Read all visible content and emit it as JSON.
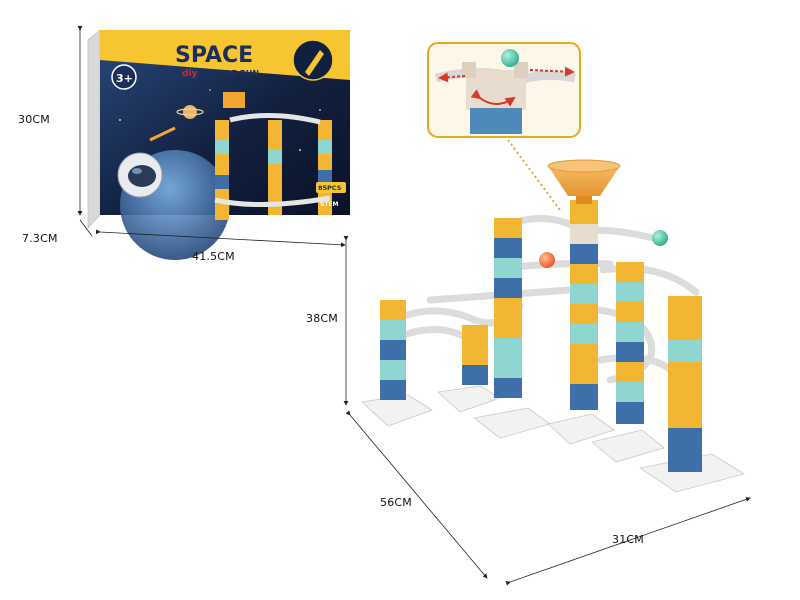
{
  "dimensions": {
    "box_height": "30CM",
    "box_depth": "7.3CM",
    "box_width": "41.5CM",
    "set_height": "38CM",
    "set_depth": "56CM",
    "set_width": "31CM"
  },
  "box": {
    "title": "SPACE",
    "brand_prefix": "diy",
    "subtitle": "MARBLE RUN",
    "age_badge": "3+",
    "pcs_badge": "85PCS",
    "stem_badge": "STEM"
  },
  "colors": {
    "box_yellow": "#f6c531",
    "space_dark": "#12203f",
    "tower_yellow": "#f2b632",
    "tower_teal": "#8fd6d1",
    "tower_blue": "#3e6fa8",
    "base_white": "#f2f2f2",
    "track_gray": "#dcdcdc",
    "callout_border": "#e6a920",
    "arrow_red": "#d23a2a"
  }
}
